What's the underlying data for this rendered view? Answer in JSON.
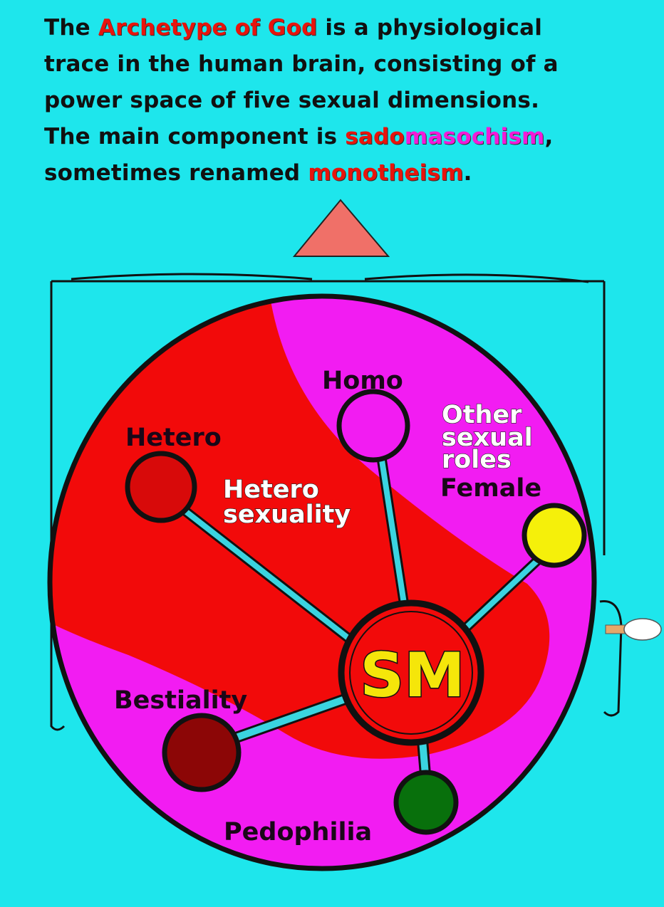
{
  "headline": {
    "line1_a": "The ",
    "line1_hl": "Archetype of God",
    "line1_b": " is a physiological",
    "line2": "trace in the human brain, consisting of a",
    "line3": "power space of  five sexual dimensions.",
    "line4_a": "The main component is ",
    "line4_hl1": "sado",
    "line4_hl2": "masochism",
    "line4_b": ",",
    "line5_a": "sometimes renamed ",
    "line5_hl": "monotheism",
    "line5_b": "."
  },
  "diagram": {
    "center_label": "SM",
    "region_label_line1": "Hetero",
    "region_label_line2": "sexuality",
    "other_line1": "Other",
    "other_line2": "sexual",
    "other_line3": "roles",
    "nodes": {
      "hetero": "Hetero",
      "homo": "Homo",
      "female": "Female",
      "bestiality": "Bestiality",
      "pedophilia": "Pedophilia"
    }
  },
  "colors": {
    "background": "#1ee6ec",
    "hetero_region": "#f20a0a",
    "other_region": "#f21cf2",
    "triangle": "#f07068",
    "hetero_node": "#d80a0a",
    "homo_node": "#f21cf2",
    "female_node": "#f5f00a",
    "bestiality_node": "#8c0606",
    "pedophilia_node": "#08700c",
    "sm_text": "#f5e60a"
  }
}
